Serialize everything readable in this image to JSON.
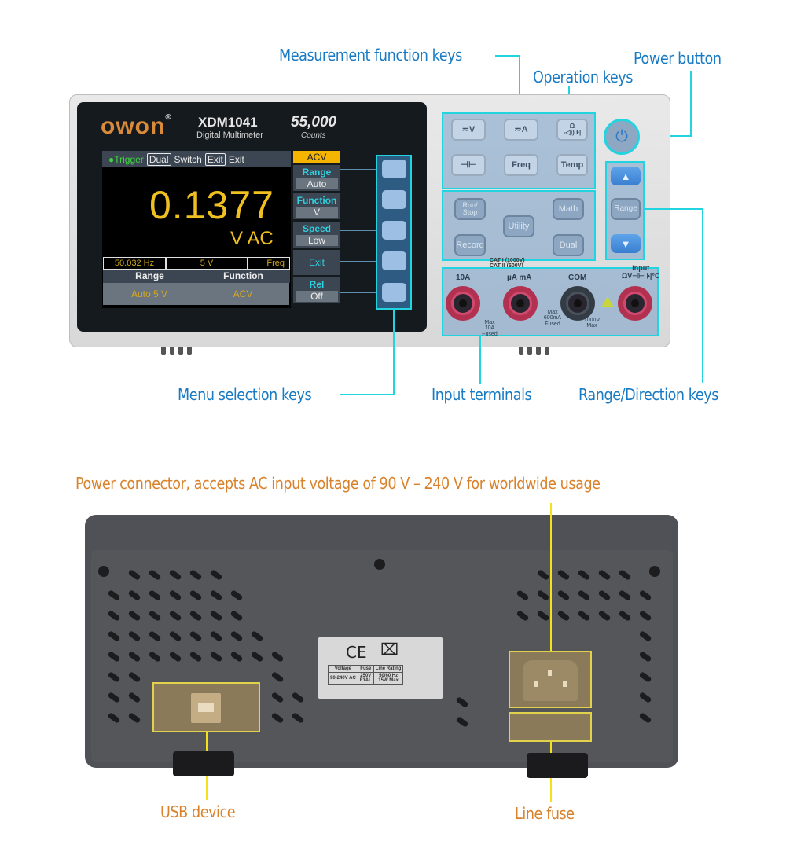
{
  "callouts": {
    "measurement_function_keys": "Measurement function keys",
    "operation_keys": "Operation keys",
    "power_button": "Power button",
    "menu_selection_keys": "Menu selection keys",
    "input_terminals": "Input terminals",
    "range_direction_keys": "Range/Direction keys",
    "power_connector": "Power connector, accepts AC input voltage of 90 V  –  240 V for worldwide usage",
    "usb_device": "USB device",
    "line_fuse": "Line fuse"
  },
  "device": {
    "brand": "owon",
    "brand_mark": "®",
    "model": "XDM1041",
    "model_subtitle": "Digital Multimeter",
    "counts": "55,000",
    "counts_label": "Counts"
  },
  "screen": {
    "status": {
      "trigger": "●Trigger",
      "dual_key": "Dual",
      "dual_action": "Switch",
      "exit_key": "Exit",
      "exit_action": "Exit"
    },
    "reading": "0.1377",
    "unit": "V AC",
    "secondary": {
      "frequency": "50.032 Hz",
      "range": "5 V",
      "mode": "Freq"
    },
    "table": {
      "headers": [
        "Range",
        "Function"
      ],
      "values": [
        "Auto 5 V",
        "ACV"
      ]
    },
    "softmenu": {
      "title": "ACV",
      "items": [
        {
          "label": "Range",
          "value": "Auto"
        },
        {
          "label": "Function",
          "value": "V"
        },
        {
          "label": "Speed",
          "value": "Low"
        },
        {
          "label": "Exit",
          "value": ""
        },
        {
          "label": "Rel",
          "value": "Off"
        }
      ]
    }
  },
  "keys": {
    "measurement": [
      "≂V",
      "≂A",
      "Ω\n-◁)) ⏵|",
      "⊣⊢",
      "Freq",
      "Temp"
    ],
    "operation": {
      "run_stop": "Run/\nStop",
      "math": "Math",
      "utility": "Utility",
      "record": "Record",
      "dual": "Dual"
    },
    "range": {
      "up": "▲",
      "range": "Range",
      "down": "▼"
    },
    "power_icon": "⏻",
    "cat_rating": "CAT I (1000V)\nCAT II (600V)"
  },
  "terminals": {
    "labels": [
      "10A",
      "µA mA",
      "COM",
      "Input\nΩV⊣⊢ ⏵|°C"
    ],
    "notes": [
      "Max\n10A\nFused",
      "Max\n600mA\nFused",
      "1000V\nMax"
    ]
  },
  "rear_label": {
    "marks": [
      "CE",
      "⌧"
    ],
    "headers": [
      "Voltage",
      "Fuse",
      "Line Rating"
    ],
    "values": [
      "90-240V AC",
      "250V\nF1AL",
      "50/60 Hz\n15W Max"
    ]
  },
  "colors": {
    "callout_blue": "#1a7bc4",
    "callout_orange": "#d9822b",
    "leader_cyan": "#22d3e0",
    "leader_yellow": "#f5e11a",
    "reading_yellow": "#f0c020"
  }
}
